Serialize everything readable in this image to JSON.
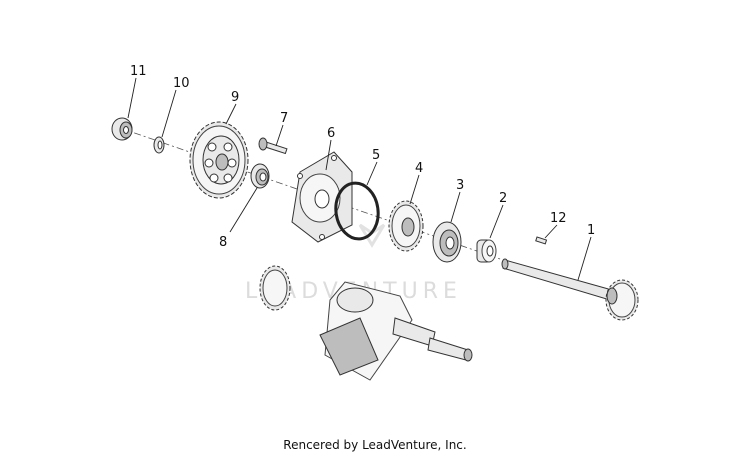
{
  "callouts": [
    "1",
    "2",
    "3",
    "4",
    "5",
    "6",
    "7",
    "8",
    "9",
    "10",
    "11",
    "12"
  ],
  "watermark": "LEADVENTURE",
  "footer": "Rencered by LeadVenture, Inc.",
  "colors": {
    "line": "#222222",
    "part_fill": "#e9e9e9",
    "part_shade": "#bdbdbd",
    "watermark": "#dcdcdc"
  }
}
